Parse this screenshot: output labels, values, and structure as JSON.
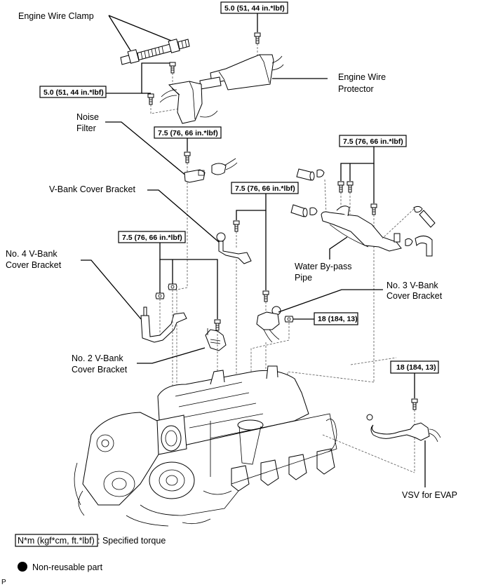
{
  "diagram": {
    "labels": {
      "engine_wire_clamp": "Engine Wire Clamp",
      "engine_wire_protector_1": "Engine Wire",
      "engine_wire_protector_2": "Protector",
      "noise_filter_1": "Noise",
      "noise_filter_2": "Filter",
      "v_bank_cover_bracket": "V-Bank Cover Bracket",
      "no4_1": "No. 4 V-Bank",
      "no4_2": "Cover Bracket",
      "no2_1": "No. 2 V-Bank",
      "no2_2": "Cover Bracket",
      "no3_1": "No. 3 V-Bank",
      "no3_2": "Cover Bracket",
      "water_bypass_1": "Water By-pass",
      "water_bypass_2": "Pipe",
      "vsv_evap": "VSV for EVAP"
    },
    "torques": {
      "wire_protector_top": "5.0 (51, 44 in.*lbf)",
      "wire_protector_left": "5.0 (51, 44 in.*lbf)",
      "noise_filter": "7.5 (76, 66 in.*lbf)",
      "water_bypass": "7.5 (76, 66 in.*lbf)",
      "v_bank_cover_bracket": "7.5 (76, 66 in.*lbf)",
      "no4_no2_brackets": "7.5 (76, 66 in.*lbf)",
      "no3_nut": "18 (184, 13)",
      "vsv_evap": "18 (184, 13)"
    }
  },
  "legend": {
    "torque_units": "N*m (kgf*cm, ft.*lbf)",
    "torque_desc": ": Specified torque",
    "non_reusable": "Non-reusable part"
  },
  "corner_mark": "P"
}
